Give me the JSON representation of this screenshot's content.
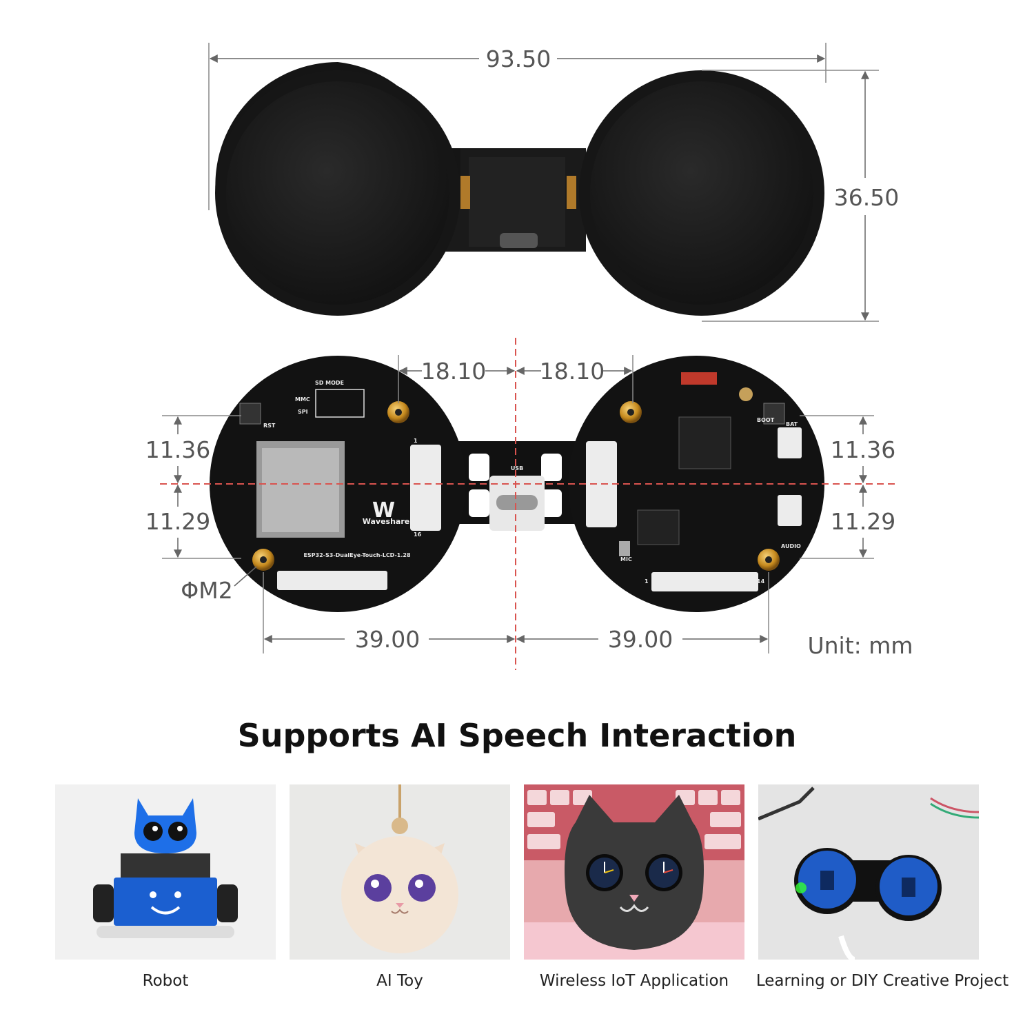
{
  "dimensions": {
    "total_width": "93.50",
    "display_diameter": "36.50",
    "cable_left": "18.10",
    "cable_right": "18.10",
    "hole_upper_left": "11.36",
    "hole_lower_left": "11.29",
    "hole_upper_right": "11.36",
    "hole_lower_right": "11.29",
    "hole_span_left": "39.00",
    "hole_span_right": "39.00",
    "hole_size": "ΦM2",
    "unit": "Unit: mm"
  },
  "board_labels": {
    "sd_mode": "SD MODE",
    "mmc": "MMC",
    "spi": "SPI",
    "rst": "RST",
    "usb": "USB",
    "brand": "Waveshare",
    "model": "ESP32-S3-DualEye-Touch-LCD-1.28",
    "boot": "BOOT",
    "bat": "BAT",
    "mic": "MIC",
    "audio": "AUDIO",
    "pin1": "1",
    "pin16": "16",
    "pin14": "14"
  },
  "headline": "Supports AI Speech Interaction",
  "applications": [
    {
      "caption": "Robot"
    },
    {
      "caption": "AI Toy"
    },
    {
      "caption": "Wireless IoT Application"
    },
    {
      "caption": "Learning or DIY Creative Project"
    }
  ]
}
